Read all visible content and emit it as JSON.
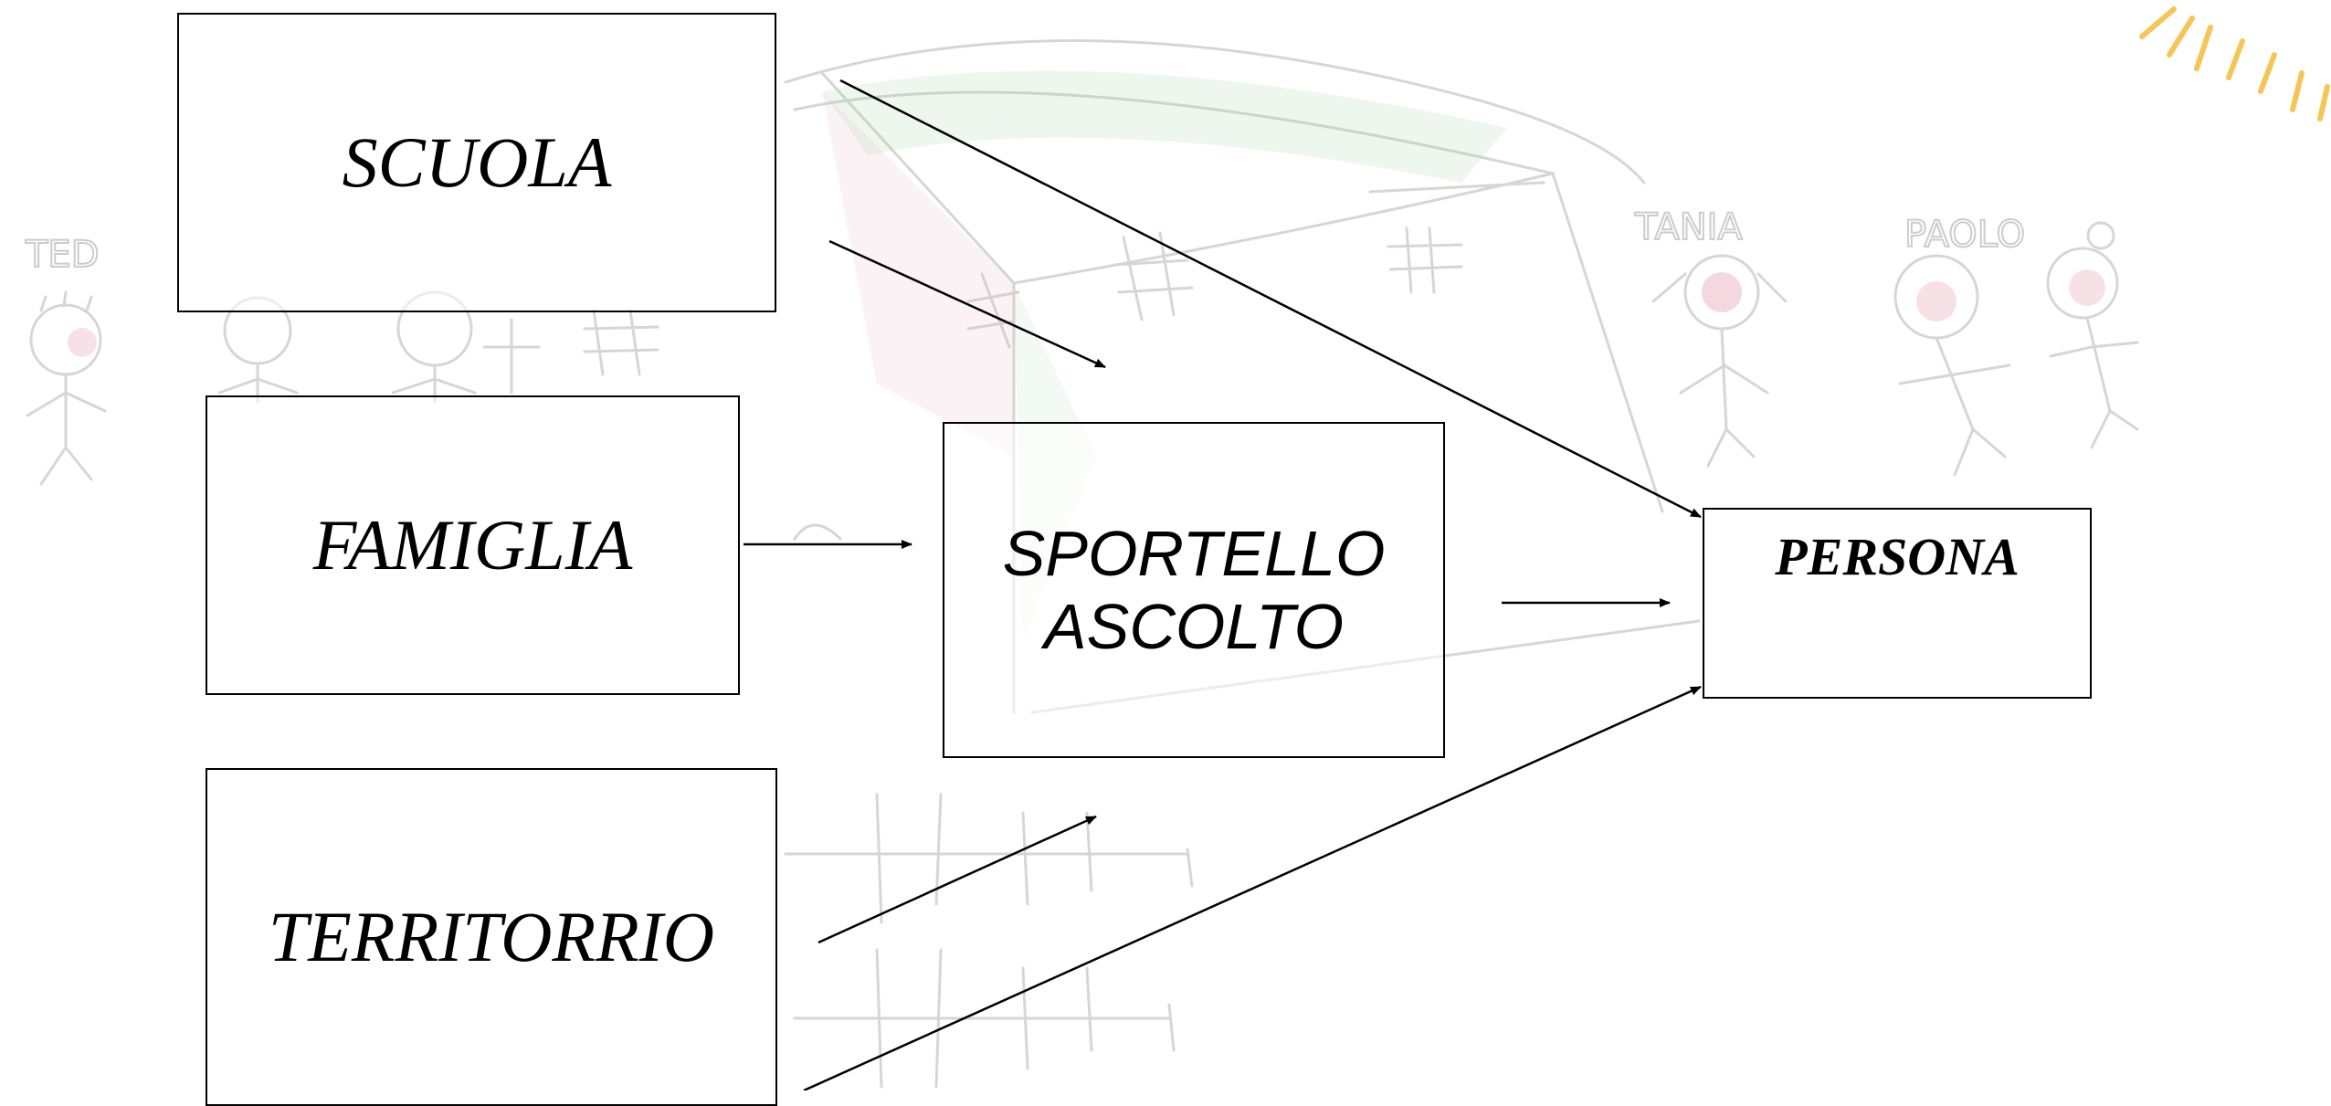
{
  "background": {
    "description_colors": {
      "pencil": "#c8c8c8",
      "green": "#9fd39f",
      "pink": "#e7a9b9",
      "sun": "#f2b41e"
    },
    "sketch_names": [
      "TED",
      "TANIA",
      "PAOLO"
    ]
  },
  "nodes": {
    "scuola": "SCUOLA",
    "famiglia": "FAMIGLIA",
    "territorio": "TERRITORRIO",
    "sportello": "SPORTELLO\nASCOLTO",
    "persona": "PERSONA"
  },
  "edges": [
    {
      "from": "scuola",
      "to": "sportello"
    },
    {
      "from": "scuola",
      "to": "persona"
    },
    {
      "from": "famiglia",
      "to": "sportello"
    },
    {
      "from": "territorio",
      "to": "sportello"
    },
    {
      "from": "territorio",
      "to": "persona"
    },
    {
      "from": "sportello",
      "to": "persona"
    }
  ]
}
